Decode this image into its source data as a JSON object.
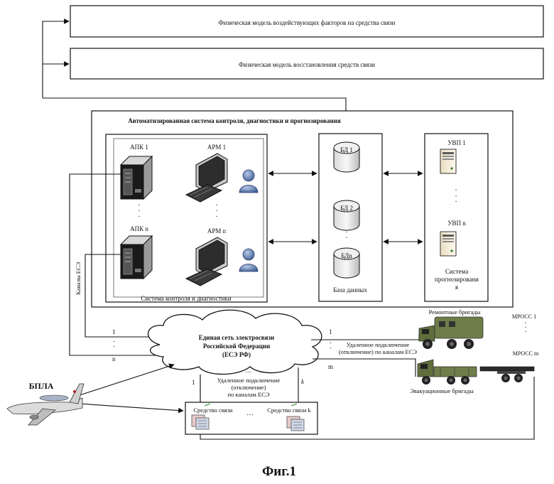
{
  "top_boxes": {
    "physical_model_factors": "Физическая модель воздействующих факторов на средства связи",
    "physical_model_recovery": "Физическая модель восстановления средств связи"
  },
  "system": {
    "title": "Автоматизированная система контроля, диагностики и прогнозирования",
    "control": {
      "caption": "Система контроля и диагностики",
      "apk_1": "АПК 1",
      "apk_n": "АПК n",
      "arm_1": "АРМ 1",
      "arm_n": "АРМ n"
    },
    "database": {
      "caption": "База данных",
      "bd_1": "БД 1",
      "bd_2": "БД 2",
      "bd_n": "БДn"
    },
    "forecast": {
      "caption_line1": "Система",
      "caption_line2": "прогнозировани",
      "caption_line3": "я",
      "uvp_1": "УВП 1",
      "uvp_n": "УВП n"
    }
  },
  "network": {
    "line1": "Единая сеть электросвязи",
    "line2": "Российской Федерации",
    "line3": "(ЕСЭ РФ)",
    "channels_label": "Каналы ЕСЭ"
  },
  "links": {
    "left_1": "1",
    "left_n": "n",
    "right_1": "1",
    "right_m": "m",
    "down_1": "1",
    "down_k": "k",
    "remote_right_line1": "Удаленное подключение",
    "remote_right_line2": "(отключение) по каналам ЕСЭ",
    "remote_down_line1": "Удаленное подключение",
    "remote_down_line2": "(отключение)",
    "remote_down_line3": "по каналам ЕСЭ"
  },
  "brigades": {
    "repair": "Ремонтные бригады",
    "evac": "Эвакуационные бригады",
    "mross_1": "МРОСС 1",
    "mross_m": "МРОСС m"
  },
  "comm": {
    "means_1": "Средство связи",
    "means_k": "Средство связи k",
    "dots": "…"
  },
  "uav": {
    "label": "БПЛА"
  },
  "figure": {
    "caption": "Фиг.1"
  }
}
